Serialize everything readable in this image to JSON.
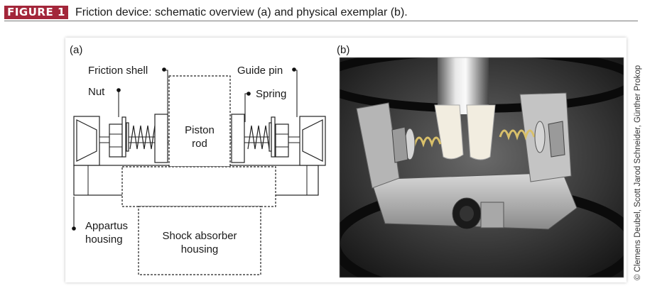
{
  "figure": {
    "label": "FIGURE 1",
    "caption": "Friction device: schematic overview (a) and physical exemplar (b).",
    "label_color": "#a3263a"
  },
  "schematic": {
    "panel_label": "(a)",
    "labels": {
      "friction_shell": "Friction shell",
      "guide_pin": "Guide pin",
      "nut": "Nut",
      "spring": "Spring",
      "piston_rod_line1": "Piston",
      "piston_rod_line2": "rod",
      "housing_line1": "Appartus",
      "housing_line2": "housing",
      "shock_line1": "Shock absorber",
      "shock_line2": "housing"
    }
  },
  "photo": {
    "panel_label": "(b)"
  },
  "copyright": "© Clemens Deubel, Scott Jarod Schneider, Günther Prokop"
}
